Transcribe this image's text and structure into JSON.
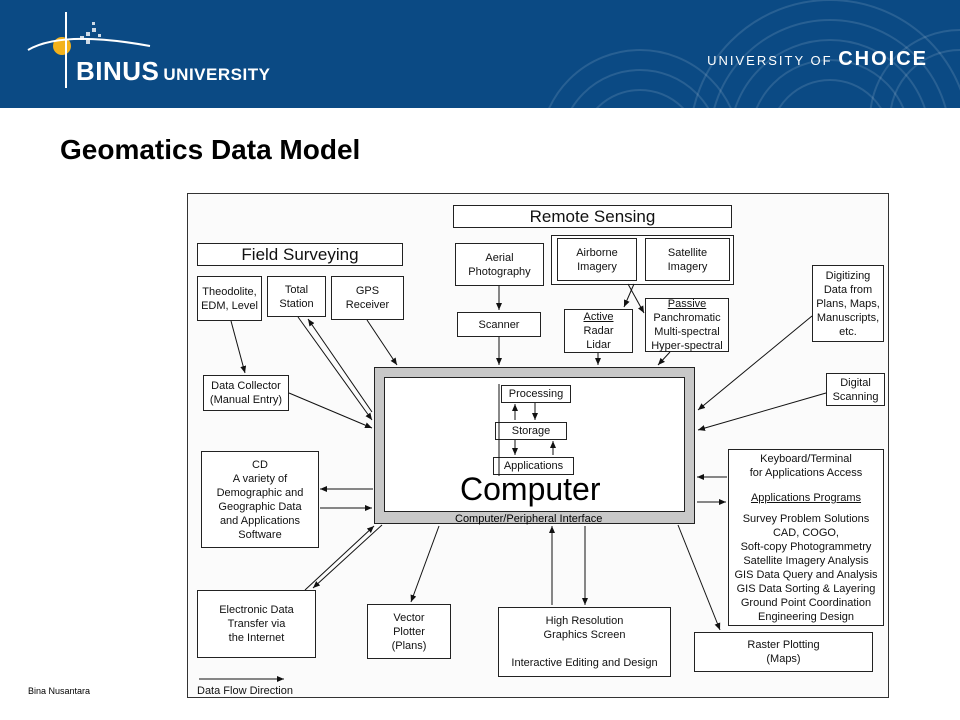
{
  "header": {
    "logo_main": "BINUS",
    "logo_sub": "UNIVERSITY",
    "tagline_prefix": "UNIVERSITY OF",
    "tagline_emph": "CHOICE",
    "brand_color": "#0b4a84",
    "accent_color": "#f3b21b"
  },
  "slide": {
    "title": "Geomatics Data Model",
    "footer": "Bina Nusantara"
  },
  "diagram": {
    "remote_sensing": "Remote Sensing",
    "field_surveying": "Field Surveying",
    "theodolite": "Theodolite,\nEDM, Level",
    "total_station": "Total\nStation",
    "gps": "GPS\nReceiver",
    "aerial": "Aerial\nPhotography",
    "airborne": "Airborne\nImagery",
    "satellite": "Satellite\nImagery",
    "scanner": "Scanner",
    "active_head": "Active",
    "active_body": "Radar\nLidar",
    "passive_head": "Passive",
    "passive_body": "Panchromatic\nMulti-spectral\nHyper-spectral",
    "digitizing": "Digitizing\nData from\nPlans, Maps,\nManuscripts,\netc.",
    "digital_scanning": "Digital\nScanning",
    "data_collector": "Data Collector\n(Manual Entry)",
    "cd": "CD\nA variety of\nDemographic and\nGeographic Data\nand Applications\nSoftware",
    "processing": "Processing",
    "storage": "Storage",
    "applications": "Applications",
    "computer": "Computer",
    "interface": "Computer/Peripheral Interface",
    "keyboard": "Keyboard/Terminal\nfor Applications Access",
    "app_programs": "Applications Programs",
    "app_list": "Survey Problem Solutions\nCAD, COGO,\nSoft-copy Photogrammetry\nSatellite Imagery Analysis\nGIS Data Query and Analysis\nGIS Data Sorting & Layering\nGround Point Coordination\nEngineering Design",
    "electronic": "Electronic Data\nTransfer via\nthe Internet",
    "vector": "Vector\nPlotter\n(Plans)",
    "hires": "High Resolution\nGraphics Screen",
    "interactive": "Interactive Editing and Design",
    "raster": "Raster Plotting\n(Maps)",
    "flow_direction": "Data Flow Direction"
  }
}
